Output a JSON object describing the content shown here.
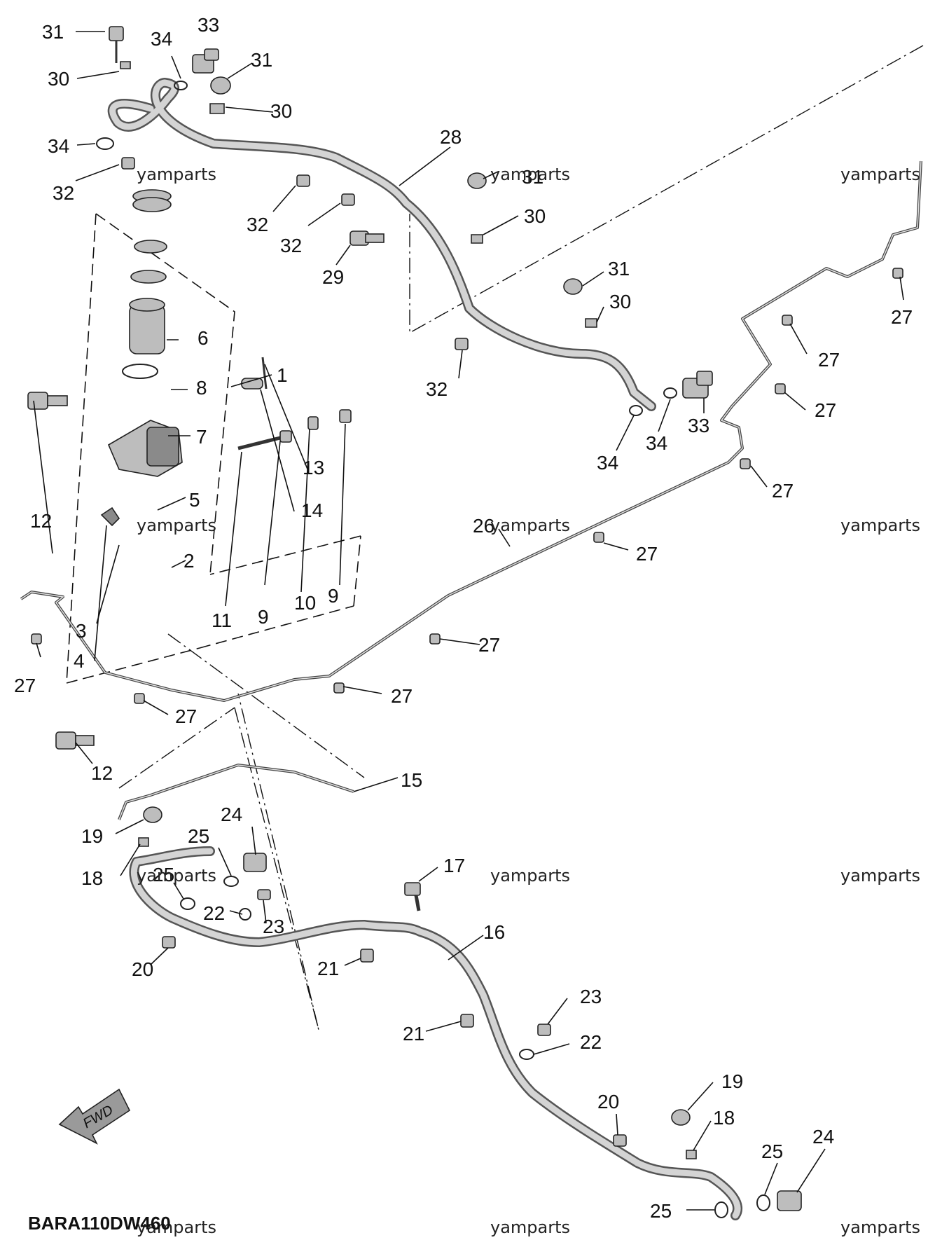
{
  "diagram": {
    "code": "BARA110DW460",
    "fwd_label": "FWD",
    "watermark": "yamparts",
    "callouts": [
      {
        "n": "31"
      },
      {
        "n": "34"
      },
      {
        "n": "33"
      },
      {
        "n": "30"
      },
      {
        "n": "31"
      },
      {
        "n": "30"
      },
      {
        "n": "34"
      },
      {
        "n": "32"
      },
      {
        "n": "28"
      },
      {
        "n": "31"
      },
      {
        "n": "32"
      },
      {
        "n": "32"
      },
      {
        "n": "30"
      },
      {
        "n": "29"
      },
      {
        "n": "31"
      },
      {
        "n": "30"
      },
      {
        "n": "27"
      },
      {
        "n": "6"
      },
      {
        "n": "1"
      },
      {
        "n": "8"
      },
      {
        "n": "7"
      },
      {
        "n": "27"
      },
      {
        "n": "32"
      },
      {
        "n": "27"
      },
      {
        "n": "33"
      },
      {
        "n": "34"
      },
      {
        "n": "34"
      },
      {
        "n": "13"
      },
      {
        "n": "5"
      },
      {
        "n": "14"
      },
      {
        "n": "27"
      },
      {
        "n": "12"
      },
      {
        "n": "26"
      },
      {
        "n": "27"
      },
      {
        "n": "2"
      },
      {
        "n": "9"
      },
      {
        "n": "11"
      },
      {
        "n": "9"
      },
      {
        "n": "10"
      },
      {
        "n": "3"
      },
      {
        "n": "27"
      },
      {
        "n": "4"
      },
      {
        "n": "27"
      },
      {
        "n": "27"
      },
      {
        "n": "27"
      },
      {
        "n": "12"
      },
      {
        "n": "15"
      },
      {
        "n": "24"
      },
      {
        "n": "19"
      },
      {
        "n": "25"
      },
      {
        "n": "17"
      },
      {
        "n": "18"
      },
      {
        "n": "25"
      },
      {
        "n": "22"
      },
      {
        "n": "23"
      },
      {
        "n": "16"
      },
      {
        "n": "21"
      },
      {
        "n": "20"
      },
      {
        "n": "23"
      },
      {
        "n": "21"
      },
      {
        "n": "22"
      },
      {
        "n": "19"
      },
      {
        "n": "20"
      },
      {
        "n": "18"
      },
      {
        "n": "25"
      },
      {
        "n": "24"
      },
      {
        "n": "25"
      }
    ]
  }
}
